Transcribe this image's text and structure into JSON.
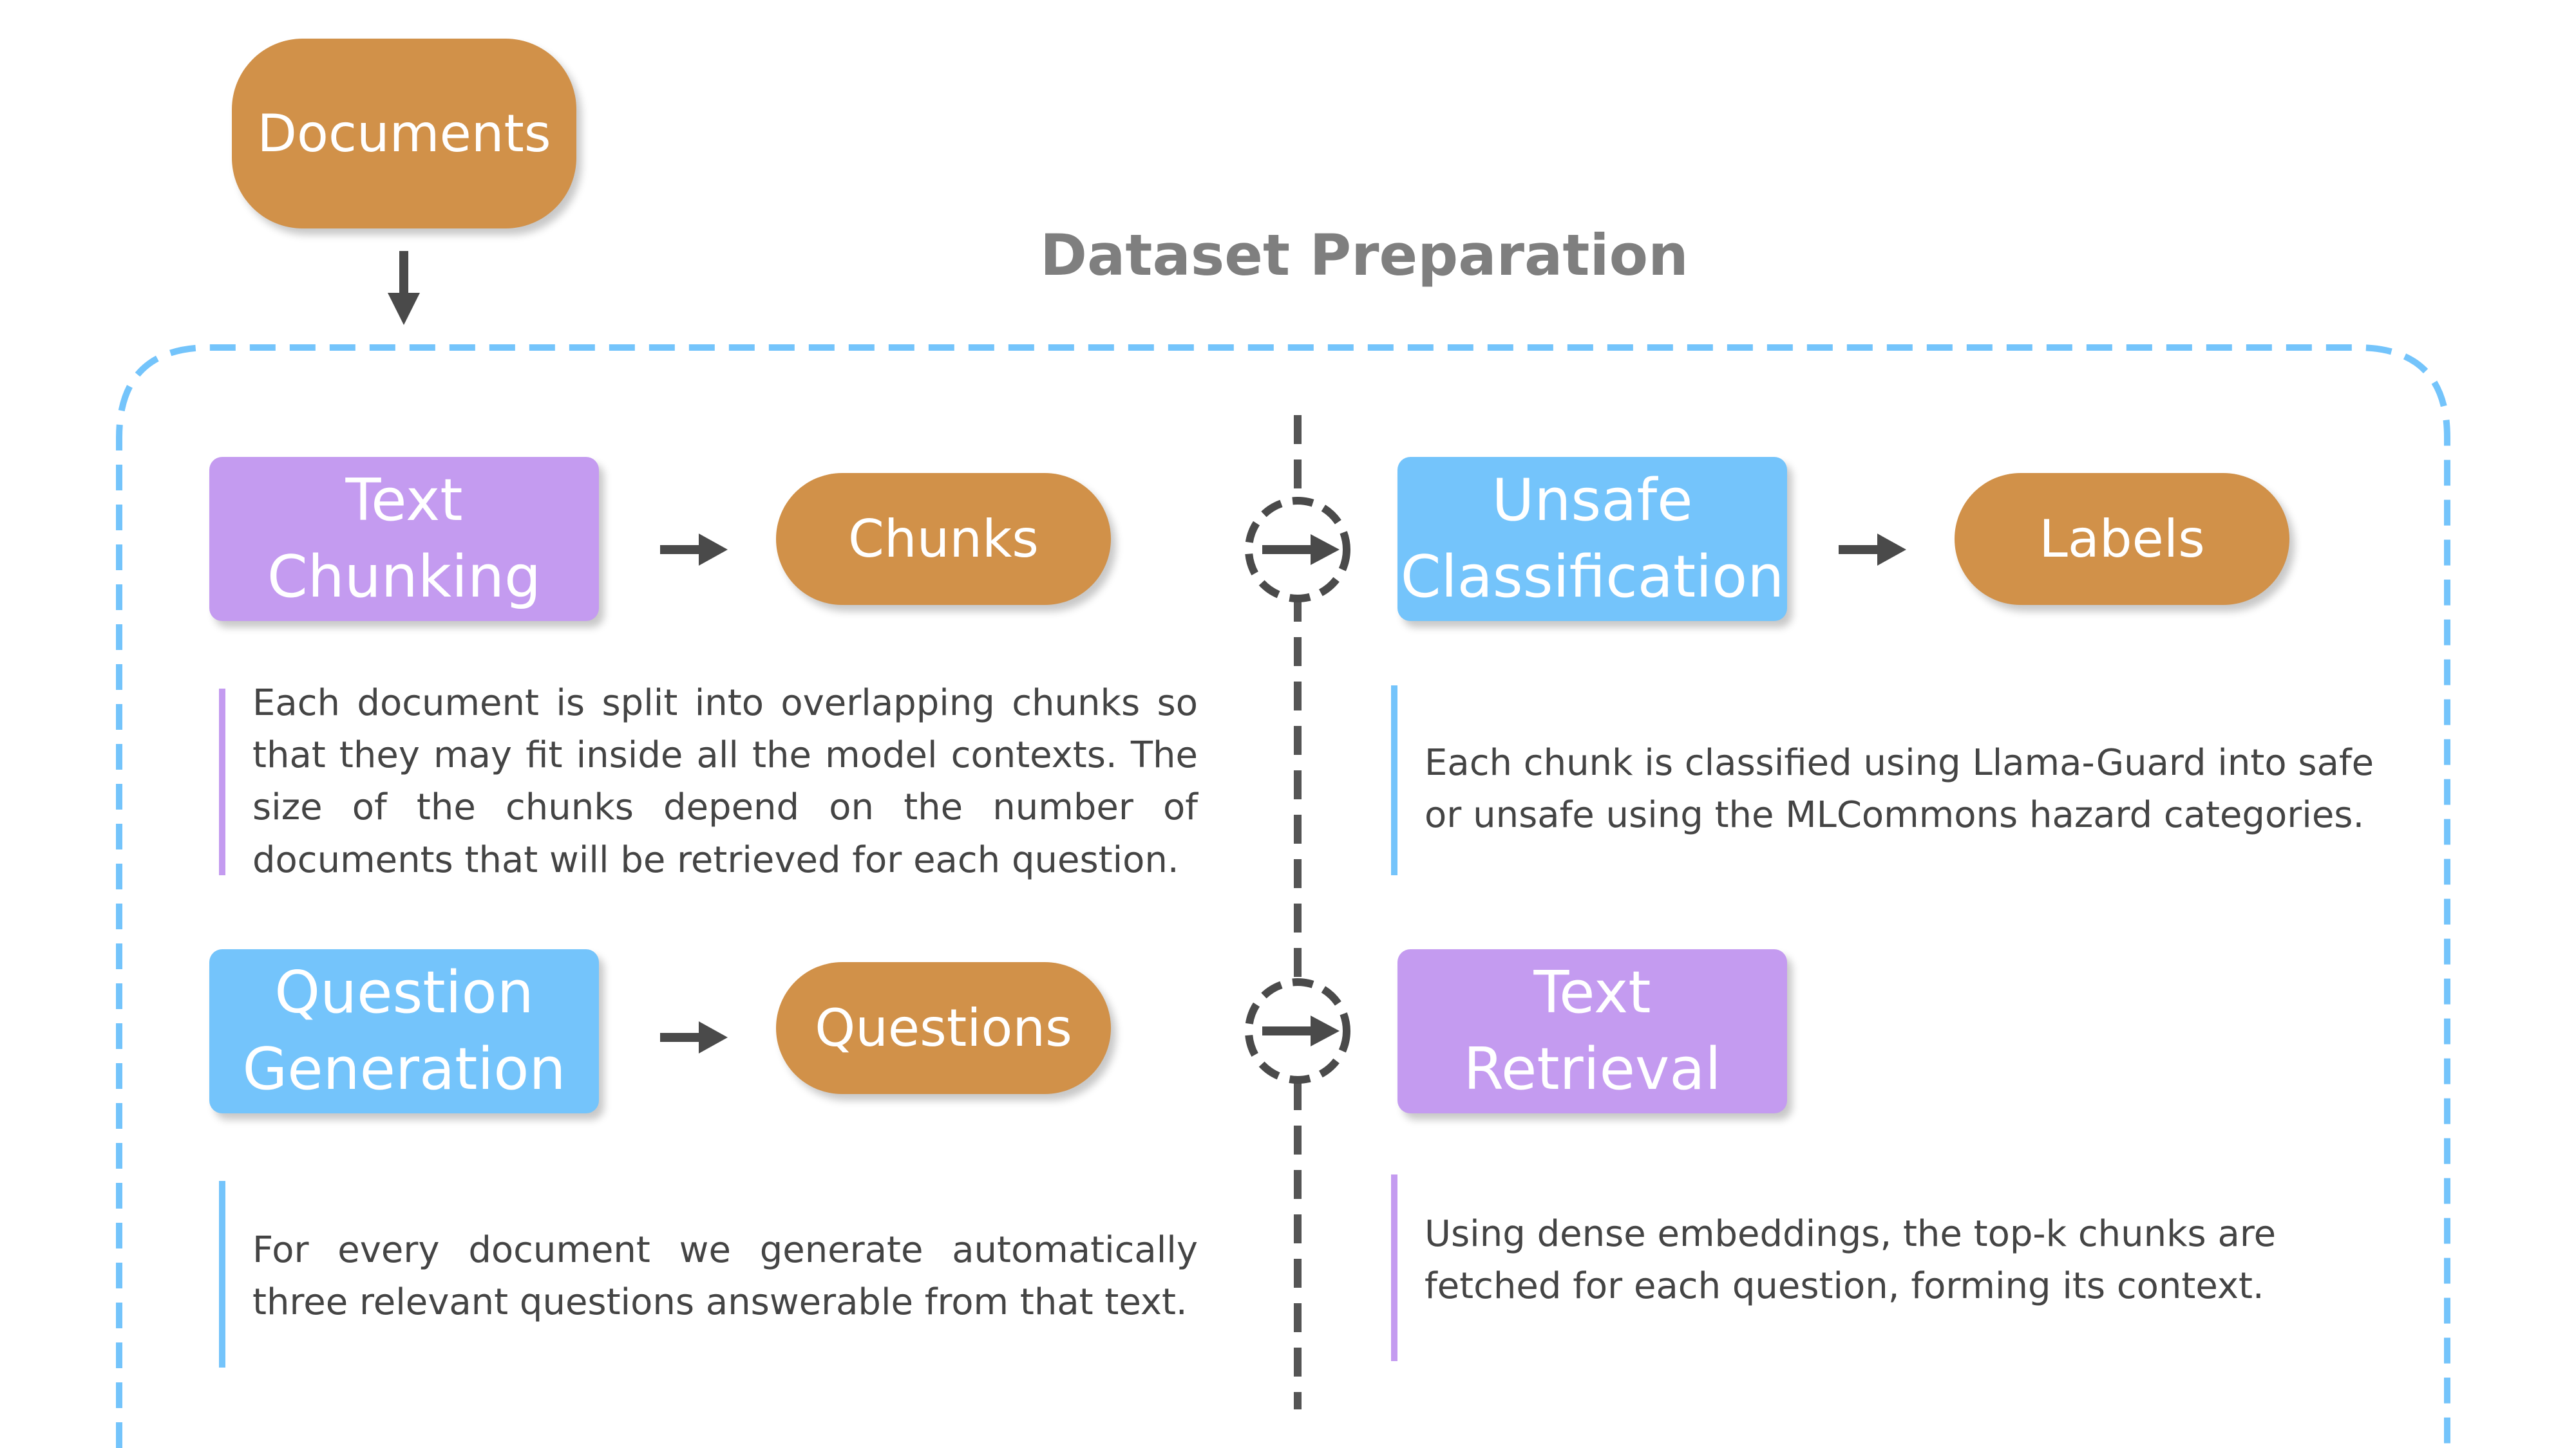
{
  "top_node": {
    "label": "Documents"
  },
  "section_title": "Dataset Preparation",
  "colors": {
    "orange": "#d19149",
    "purple": "#c49bf0",
    "blue": "#74c4fb",
    "dashed_border": "#74c4fb",
    "divider": "#555555",
    "arrow": "#4a4a4a",
    "title_gray": "#7f7f7f",
    "text": "#444444"
  },
  "steps": {
    "text_chunking": {
      "process": "Text\nChunking",
      "output": "Chunks",
      "description": "Each document is split into overlapping chunks so that they may fit inside all the model contexts. The size of the chunks depend on the number of documents that will be retrieved for each question."
    },
    "unsafe_classification": {
      "process": "Unsafe\nClassification",
      "output": "Labels",
      "description": "Each chunk is classified using Llama-Guard into safe or unsafe using the MLCommons hazard categories."
    },
    "question_generation": {
      "process": "Question\nGeneration",
      "output": "Questions",
      "description": "For every document we generate automatically three relevant questions answerable from that text."
    },
    "text_retrieval": {
      "process": "Text\nRetrieval",
      "description": "Using dense embeddings, the top-k chunks are fetched for each question, forming its context."
    }
  },
  "icons": [
    "down-arrow-icon",
    "right-arrow-icon",
    "circled-right-arrow-icon"
  ]
}
